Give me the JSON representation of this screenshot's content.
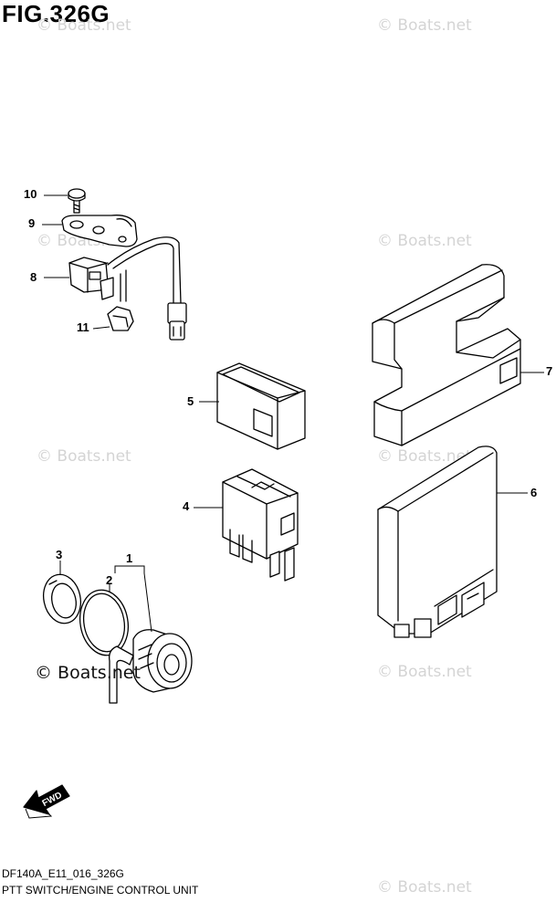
{
  "figure": {
    "title": "FIG.326G",
    "code": "DF140A_E11_016_326G",
    "caption": "PTT SWITCH/ENGINE CONTROL UNIT"
  },
  "watermark": {
    "text": "© Boats.net",
    "color": "#d4d4d4"
  },
  "center_watermark": "© Boats.net",
  "fwd_label": "FWD",
  "callouts": [
    "10",
    "9",
    "8",
    "11",
    "5",
    "4",
    "7",
    "6",
    "3",
    "2",
    "1"
  ]
}
